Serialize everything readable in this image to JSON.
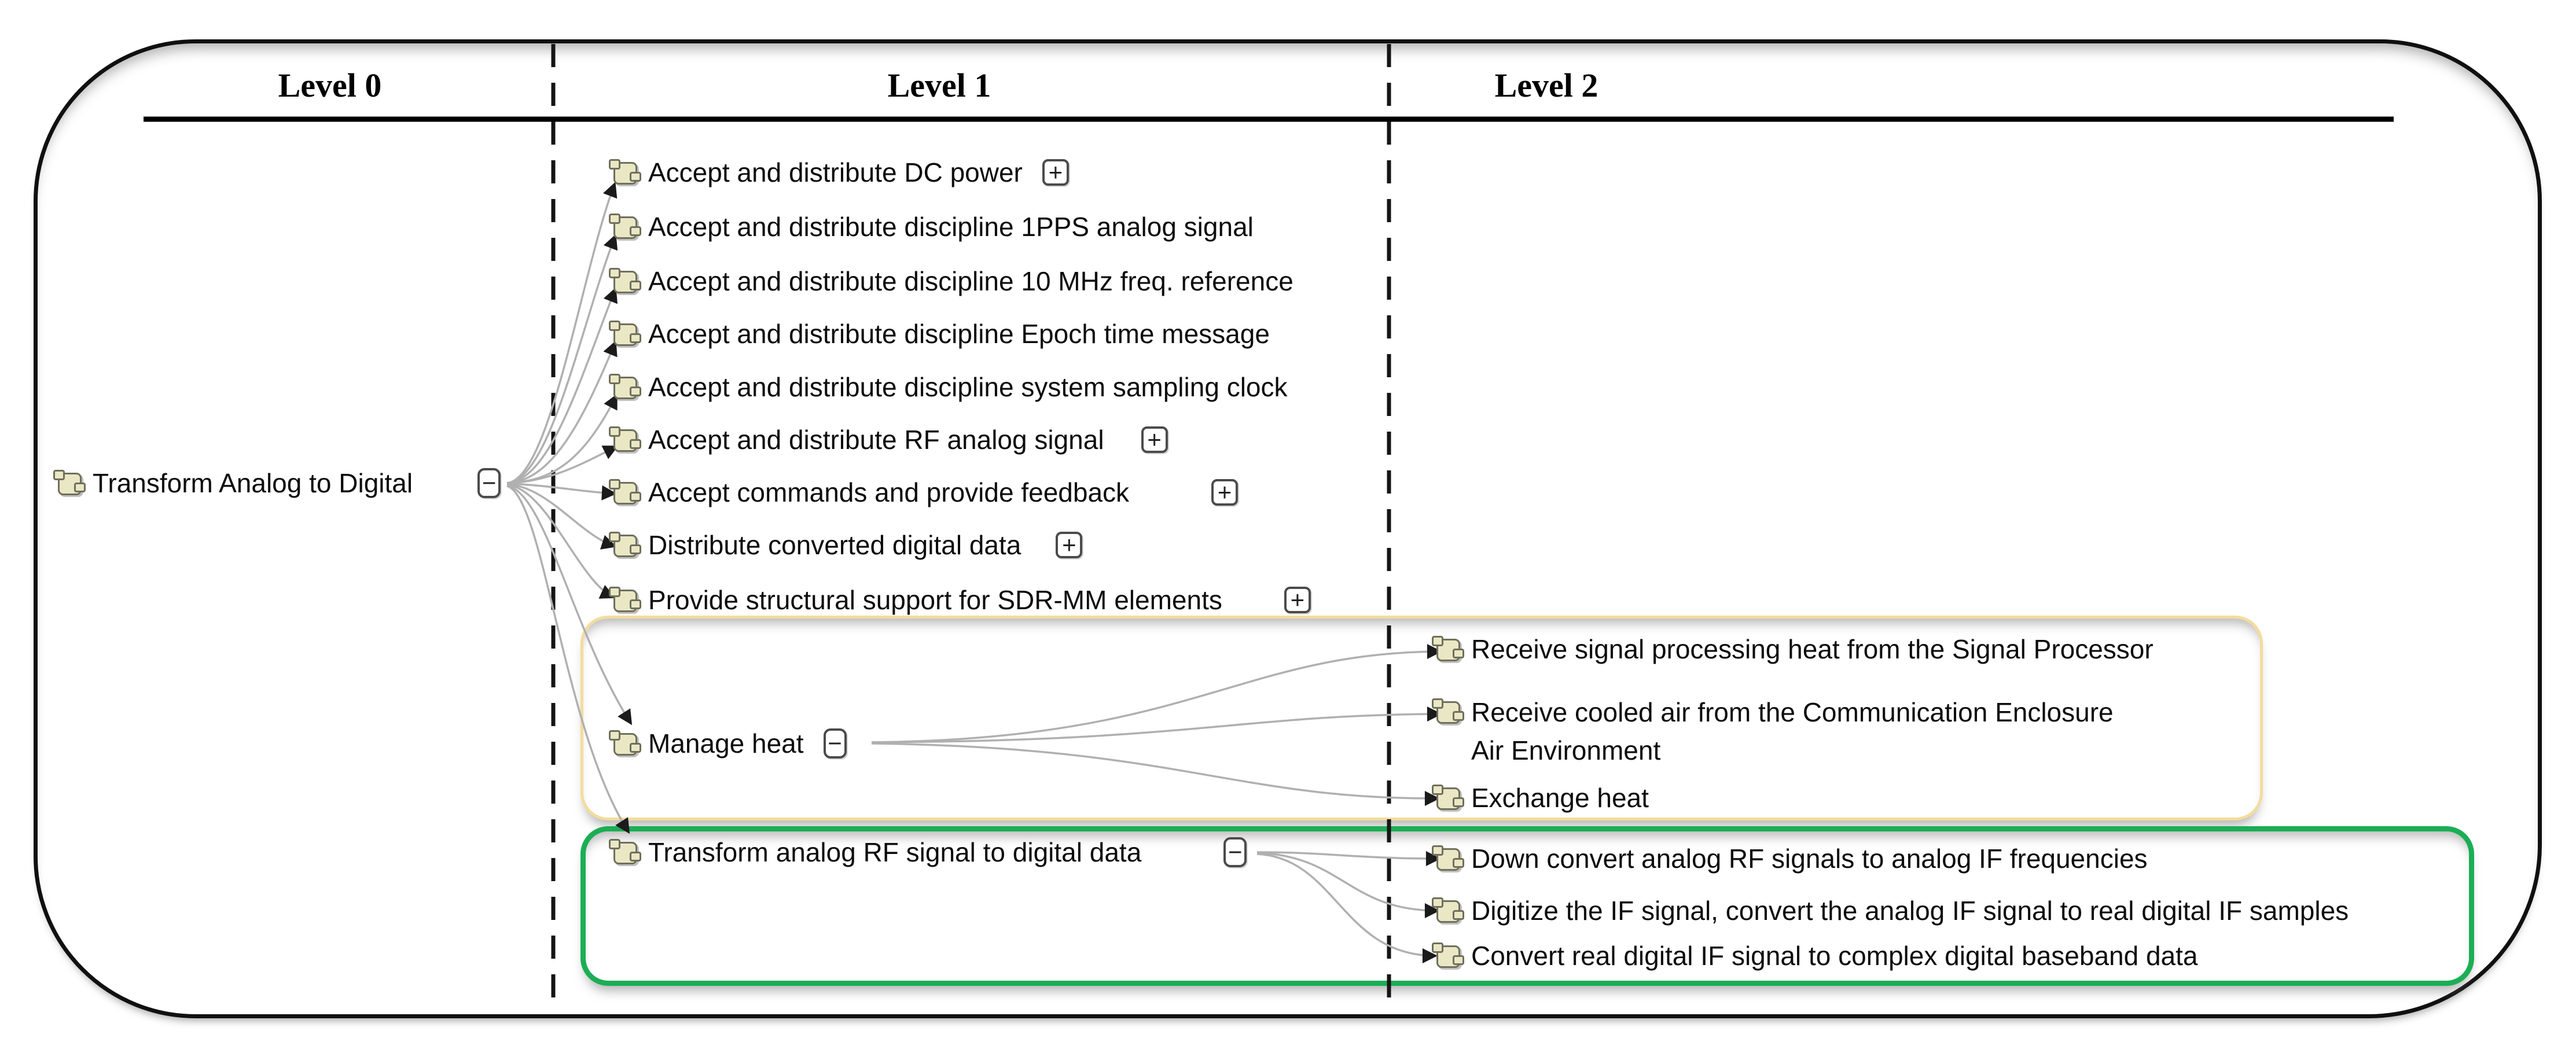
{
  "figure": {
    "columns": [
      "Level 0",
      "Level 1",
      "Level 2"
    ],
    "root": {
      "label": "Transform Analog to Digital",
      "expander": "−"
    },
    "level1": [
      {
        "label": "Accept and distribute DC power",
        "expander": "+"
      },
      {
        "label": "Accept and distribute discipline 1PPS analog signal",
        "expander": ""
      },
      {
        "label": "Accept and distribute discipline 10 MHz freq. reference",
        "expander": ""
      },
      {
        "label": "Accept and distribute discipline Epoch time message",
        "expander": ""
      },
      {
        "label": "Accept and distribute discipline system sampling clock",
        "expander": ""
      },
      {
        "label": "Accept and distribute RF analog signal",
        "expander": "+"
      },
      {
        "label": "Accept commands and provide feedback",
        "expander": "+"
      },
      {
        "label": "Distribute converted digital data",
        "expander": "+"
      },
      {
        "label": "Provide structural support for SDR-MM elements",
        "expander": "+"
      },
      {
        "label": "Manage heat",
        "expander": "−"
      },
      {
        "label": "Transform analog RF signal to digital data",
        "expander": "−"
      }
    ],
    "level2_heat": [
      {
        "lines": [
          "Receive signal processing heat from the Signal Processor"
        ]
      },
      {
        "lines": [
          "Receive cooled air from the Communication Enclosure",
          "Air Environment"
        ]
      },
      {
        "lines": [
          "Exchange heat"
        ]
      }
    ],
    "level2_rf": [
      {
        "lines": [
          "Down convert analog RF signals to analog IF frequencies"
        ]
      },
      {
        "lines": [
          "Digitize the IF signal, convert the analog IF signal to real digital IF samples"
        ]
      },
      {
        "lines": [
          "Convert real digital IF signal to complex digital baseband data"
        ]
      }
    ]
  },
  "colors": {
    "arrow": "#b0b0b0",
    "arrowhead": "#1b1b1b",
    "icon-fill": "#eae7c5",
    "icon-stroke": "#6f6f5c",
    "heat-box": "#f3dc9d",
    "rf-box": "#1bae55",
    "frame": "#101010",
    "divider": "#151515"
  }
}
